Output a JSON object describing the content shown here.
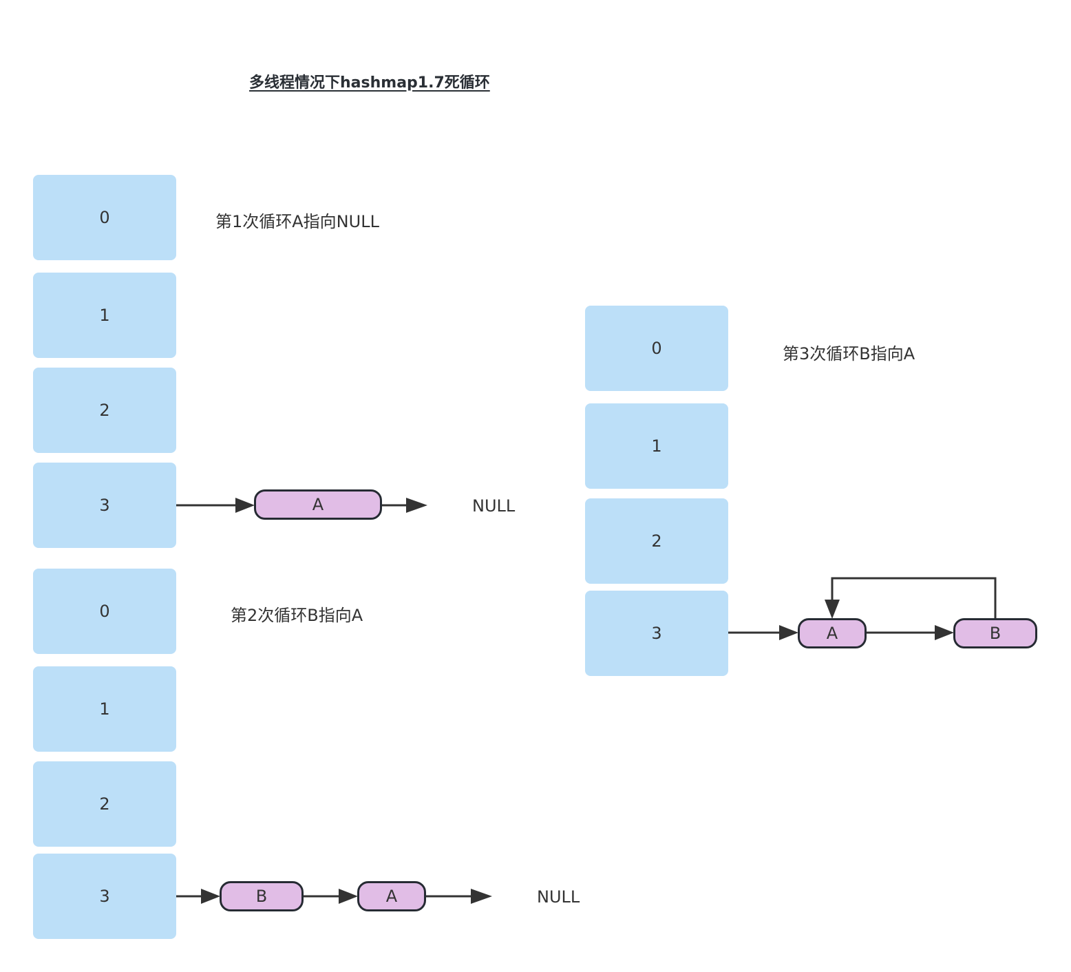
{
  "title": "多线程情况下hashmap1.7死循环",
  "colors": {
    "bucket": "#bcdff8",
    "node": "#e1bde6",
    "stroke": "#262b33",
    "text": "#333333"
  },
  "panels": [
    {
      "caption": "第1次循环A指向NULL",
      "buckets": [
        "0",
        "1",
        "2",
        "3"
      ],
      "chain": [
        "A"
      ],
      "terminal": "NULL"
    },
    {
      "caption": "第2次循环B指向A",
      "buckets": [
        "0",
        "1",
        "2",
        "3"
      ],
      "chain": [
        "B",
        "A"
      ],
      "terminal": "NULL"
    },
    {
      "caption": "第3次循环B指向A",
      "buckets": [
        "0",
        "1",
        "2",
        "3"
      ],
      "chain": [
        "A",
        "B"
      ],
      "loop_back": "B→A"
    }
  ]
}
